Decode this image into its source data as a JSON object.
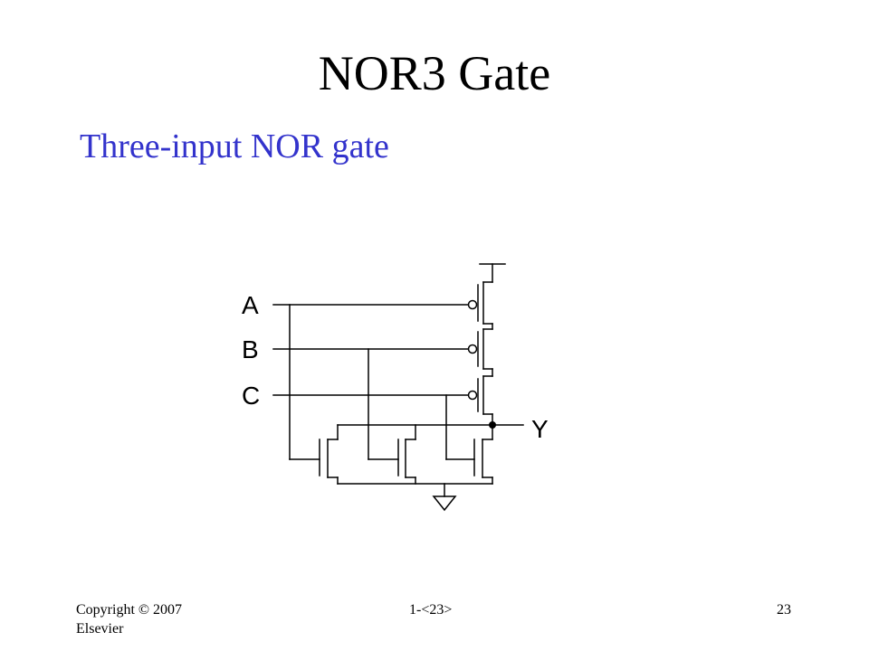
{
  "slide": {
    "title": "NOR3 Gate",
    "subtitle": "Three-input NOR gate"
  },
  "schematic": {
    "inputs": [
      "A",
      "B",
      "C"
    ],
    "output": "Y"
  },
  "footer": {
    "copyright": "Copyright © 2007 Elsevier",
    "center": "1-<23>",
    "page": "23"
  },
  "colors": {
    "subtitle": "#3333CC",
    "wire": "#000000",
    "background": "#FFFFFF"
  }
}
